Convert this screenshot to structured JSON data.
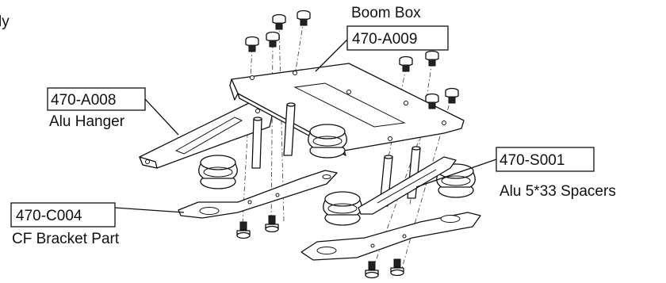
{
  "heading_fragment": "ly",
  "callouts": {
    "boom_box": {
      "part_number": "470-A009",
      "name": "Boom Box"
    },
    "alu_hanger": {
      "part_number": "470-A008",
      "name": "Alu Hanger"
    },
    "spacers": {
      "part_number": "470-S001",
      "name": "Alu 5*33 Spacers"
    },
    "bracket": {
      "part_number": "470-C004",
      "name": "CF Bracket Part"
    }
  }
}
